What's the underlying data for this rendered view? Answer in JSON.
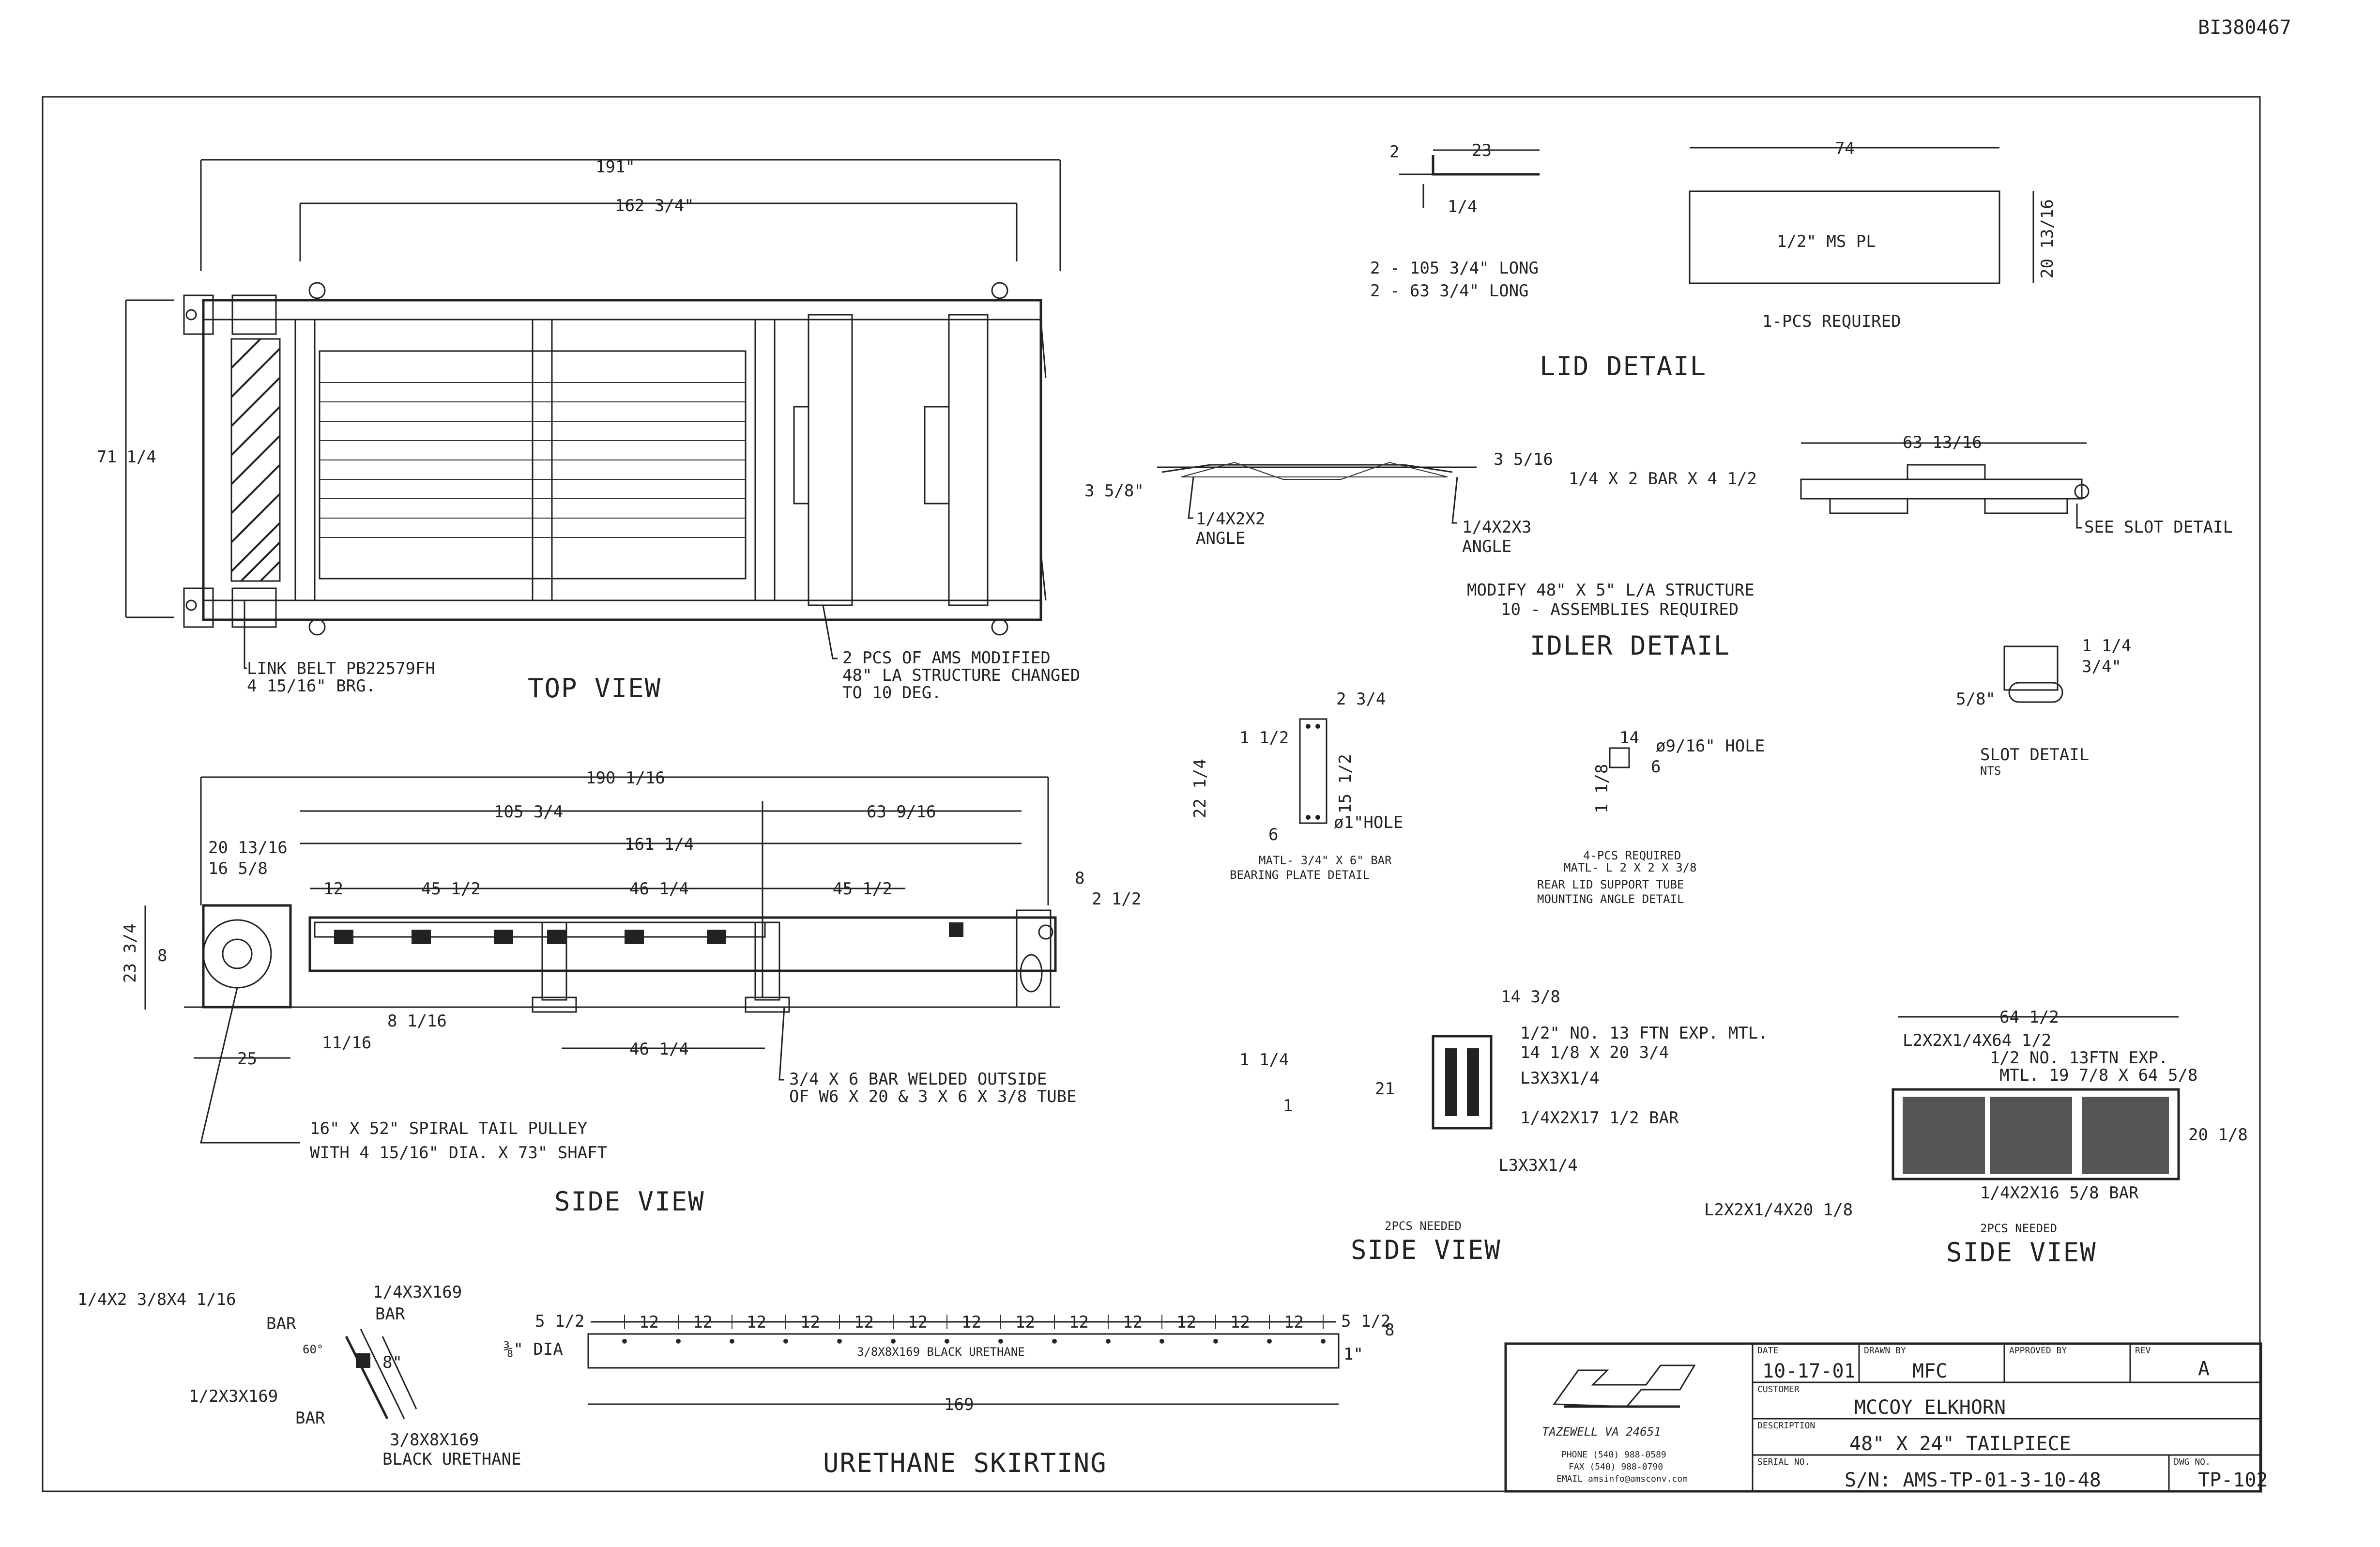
{
  "drawing_id": "BI380467",
  "views": {
    "top_view": {
      "title": "TOP VIEW",
      "dims": [
        "191\"",
        "162 3/4\"",
        "71 1/4"
      ],
      "notes": [
        "LINK BELT PB22579FH",
        "4 15/16\" BRG.",
        "2 PCS OF AMS MODIFIED",
        "48\" LA STRUCTURE CHANGED",
        "TO 10 DEG."
      ]
    },
    "side_view": {
      "title": "SIDE VIEW",
      "dims": [
        "190 1/16",
        "105 3/4",
        "63 9/16",
        "161 1/4",
        "20 13/16",
        "16 5/8",
        "12",
        "45 1/2",
        "46 1/4",
        "45 1/2",
        "8",
        "2 1/2",
        "23 3/4",
        "8",
        "8 1/16",
        "11/16",
        "25",
        "46 1/4"
      ],
      "notes": [
        "3/4 X 6 BAR WELDED OUTSIDE",
        "OF W6 X 20 & 3 X 6 X 3/8 TUBE",
        "16\" X 52\" SPIRAL TAIL PULLEY",
        "WITH 4 15/16\" DIA. X 73\" SHAFT"
      ]
    },
    "lid_detail": {
      "title": "LID DETAIL",
      "dims": [
        "23",
        "2",
        "1/4",
        "74",
        "20 13/16"
      ],
      "notes": [
        "2 - 105 3/4\" LONG",
        "2 - 63 3/4\" LONG",
        "1/2\" MS PL",
        "1-PCS REQUIRED"
      ]
    },
    "idler_detail": {
      "title": "IDLER DETAIL",
      "dims": [
        "3 5/8\"",
        "3 5/16",
        "63 13/16"
      ],
      "notes": [
        "1/4X2X2",
        "ANGLE",
        "1/4X2X3",
        "ANGLE",
        "1/4 X 2 BAR X 4 1/2",
        "SEE SLOT DETAIL",
        "MODIFY 48\" X 5\" L/A STRUCTURE",
        "10 - ASSEMBLIES REQUIRED"
      ]
    },
    "slot_detail": {
      "title": "SLOT DETAIL",
      "sub": "NTS",
      "dims": [
        "1 1/4",
        "3/4\"",
        "5/8\""
      ]
    },
    "bearing_plate_detail": {
      "title": "BEARING PLATE DETAIL",
      "matl": "MATL- 3/4\" X 6\" BAR",
      "dims": [
        "2 3/4",
        "1 1/2",
        "22 1/4",
        "15 1/2",
        "6",
        "ø1\"HOLE"
      ]
    },
    "rear_lid_support": {
      "title_1": "REAR LID SUPPORT TUBE",
      "title_2": "MOUNTING ANGLE DETAIL",
      "matl_1": "4-PCS REQUIRED",
      "matl_2": "MATL- L 2 X 2 X 3/8",
      "dims": [
        "14",
        "ø9/16\" HOLE",
        "6",
        "1 1/8"
      ]
    },
    "side_view_small": {
      "title": "SIDE VIEW",
      "pcs": "2PCS NEEDED",
      "dims": [
        "14 3/8",
        "21",
        "1 1/4",
        "1"
      ],
      "notes": [
        "1/2\" NO. 13 FTN EXP. MTL.",
        "14 1/8 X 20 3/4",
        "L3X3X1/4",
        "1/4X2X17 1/2 BAR",
        "L3X3X1/4"
      ]
    },
    "side_view_mesh": {
      "title": "SIDE VIEW",
      "pcs": "2PCS NEEDED",
      "dims": [
        "64 1/2",
        "20 1/8"
      ],
      "notes": [
        "L2X2X1/4X64 1/2",
        "1/2 NO. 13FTN EXP.",
        "MTL. 19 7/8 X 64 5/8",
        "1/4X2X16 5/8 BAR",
        "L2X2X1/4X20 1/8"
      ]
    },
    "urethane_skirting": {
      "title": "URETHANE SKIRTING",
      "dims": [
        "5 1/2",
        "12",
        "5 1/2",
        "8",
        "169",
        "1\""
      ],
      "dia": "⅜\" DIA",
      "strip_label": "3/8X8X169  BLACK URETHANE",
      "notes": [
        "1/4X2 3/8X4 1/16",
        "BAR",
        "1/4X3X169",
        "BAR",
        "1/2X3X169",
        "BAR",
        "3/8X8X169",
        "BLACK URETHANE",
        "60°",
        "8\""
      ]
    }
  },
  "title_block": {
    "company_address": "TAZEWELL VA 24651",
    "phone": "PHONE (540) 988-0589",
    "fax": "FAX (540) 988-0790",
    "email": "EMAIL amsinfo@amsconv.com",
    "date_label": "DATE",
    "date": "10-17-01",
    "drawn_label": "DRAWN BY",
    "drawn_by": "MFC",
    "approved_label": "APPROVED BY",
    "rev_label": "REV",
    "rev": "A",
    "customer_label": "CUSTOMER",
    "customer": "MCCOY ELKHORN",
    "description_label": "DESCRIPTION",
    "description": "48\" X 24\" TAILPIECE",
    "serial_label": "SERIAL NO.",
    "serial": "S/N: AMS-TP-01-3-10-48",
    "dwg_label": "DWG NO.",
    "dwg_no": "TP-102"
  }
}
